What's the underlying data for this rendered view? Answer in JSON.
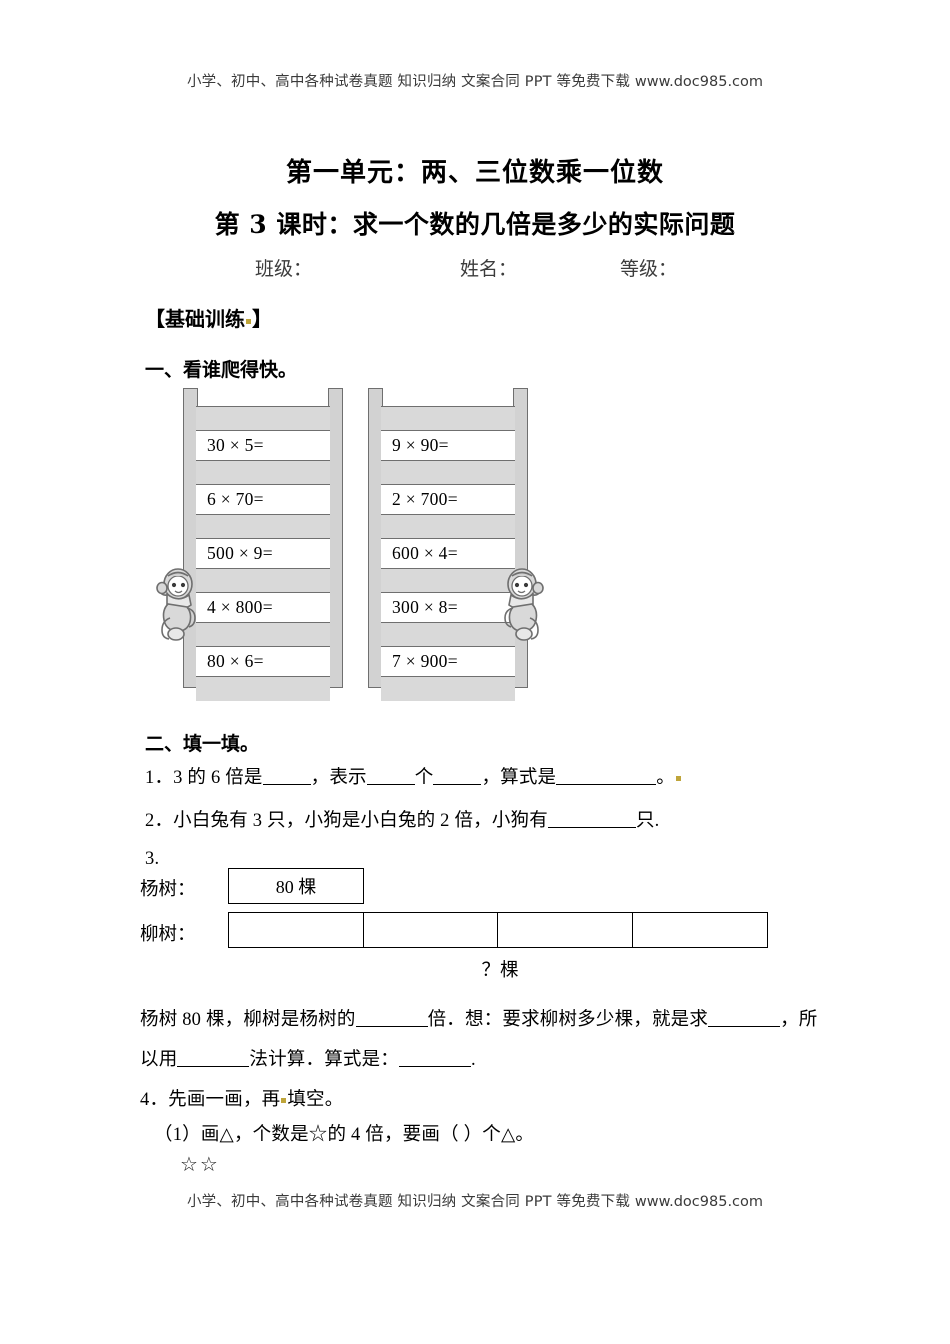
{
  "watermark": {
    "text": "小学、初中、高中各种试卷真题 知识归纳 文案合同 PPT 等免费下载",
    "url": "www.doc985.com"
  },
  "title": {
    "line1": "第一单元：两、三位数乘一位数",
    "line2": "第 3 课时：求一个数的几倍是多少的实际问题"
  },
  "info": {
    "class_label": "班级：",
    "name_label": "姓名：",
    "grade_label": "等级："
  },
  "sections": {
    "basic_training": "【基础训练",
    "basic_training_close": "】",
    "q1_heading": "一、看谁爬得快。",
    "q2_heading": "二、填一填。"
  },
  "ladders": {
    "left": [
      "30 × 5=",
      "6 × 70=",
      "500 × 9=",
      "4 × 800=",
      "80 × 6="
    ],
    "right": [
      "9 × 90=",
      "2 × 700=",
      "600 × 4=",
      "300 × 8=",
      "7 × 900="
    ]
  },
  "fill_in": {
    "item1_a": "1．3 的 6 倍是",
    "item1_b": "，表示",
    "item1_c": "个",
    "item1_d": "，算式是",
    "item1_e": "。",
    "item2_a": "2．小白兔有 3 只，小狗是小白兔的 2 倍，小狗有",
    "item2_b": "只.",
    "item3": "3."
  },
  "bar_diagram": {
    "yang_label": "杨树：",
    "liu_label": "柳树：",
    "yang_value": "80 棵",
    "liu_cells": [
      "",
      "",
      "",
      ""
    ],
    "question_label": "？棵"
  },
  "q3_text": {
    "line1_a": "杨树 80 棵，柳树是杨树的",
    "line1_b": "倍．想：要求柳树多少棵，就是求",
    "line1_c": "，所",
    "line2_a": "以用",
    "line2_b": "法计算．算式是：",
    "line2_c": "."
  },
  "q4": {
    "heading_a": "4．先画一画，再",
    "heading_b": "填空。",
    "sub1": "（1）画△，个数是☆的 4 倍，要画（        ）个△。",
    "stars": "☆☆"
  }
}
